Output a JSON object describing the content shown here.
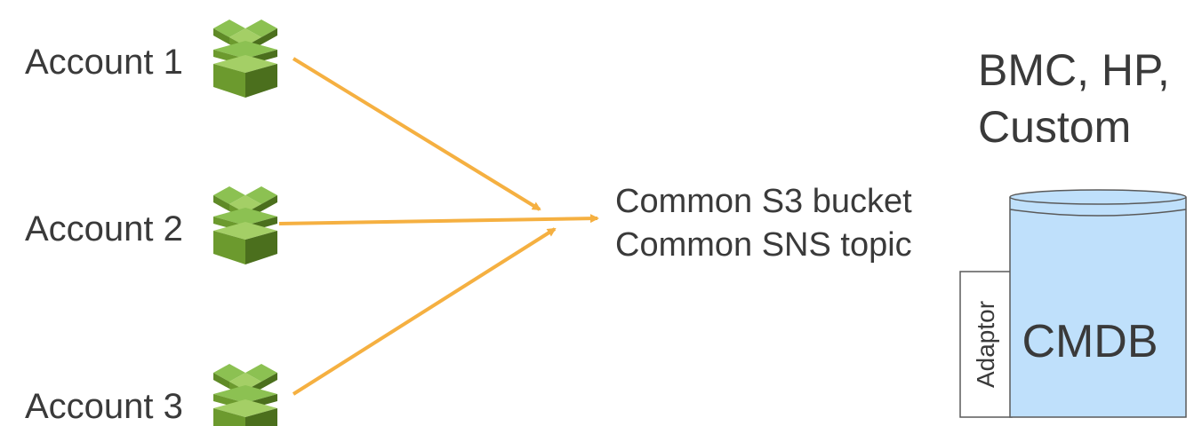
{
  "accounts": [
    {
      "label": "Account 1"
    },
    {
      "label": "Account 2"
    },
    {
      "label": "Account 3"
    }
  ],
  "center": {
    "line1": "Common S3 bucket",
    "line2": "Common SNS topic"
  },
  "vendors": {
    "line1": "BMC, HP,",
    "line2": "Custom"
  },
  "cmdb": {
    "label": "CMDB",
    "adaptor": "Adaptor"
  },
  "icons": {
    "account_icon": "aws-config-icon"
  },
  "colors": {
    "arrow": "#f5b041",
    "icon_light": "#8cc152",
    "icon_mid": "#6c9a2e",
    "icon_dark": "#4b6f1d",
    "cylinder_fill": "#bfe0fb",
    "cylinder_stroke": "#5a5a5a"
  }
}
